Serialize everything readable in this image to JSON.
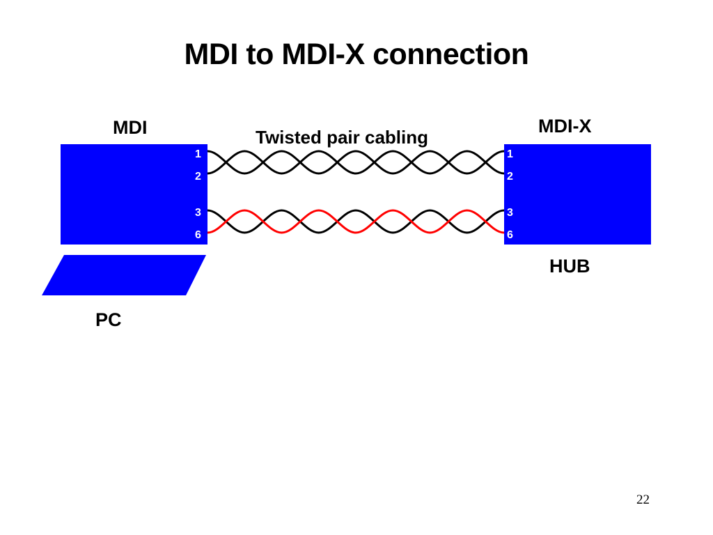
{
  "title": "MDI to MDI-X connection",
  "labels": {
    "mdi": "MDI",
    "mdix": "MDI-X",
    "cable": "Twisted pair cabling",
    "hub": "HUB",
    "pc": "PC"
  },
  "pins": {
    "left": [
      "1",
      "2",
      "3",
      "6"
    ],
    "right": [
      "1",
      "2",
      "3",
      "6"
    ]
  },
  "page_number": "22",
  "colors": {
    "device": "#0000ff",
    "wire_black": "#000000",
    "wire_red": "#ff0000"
  }
}
